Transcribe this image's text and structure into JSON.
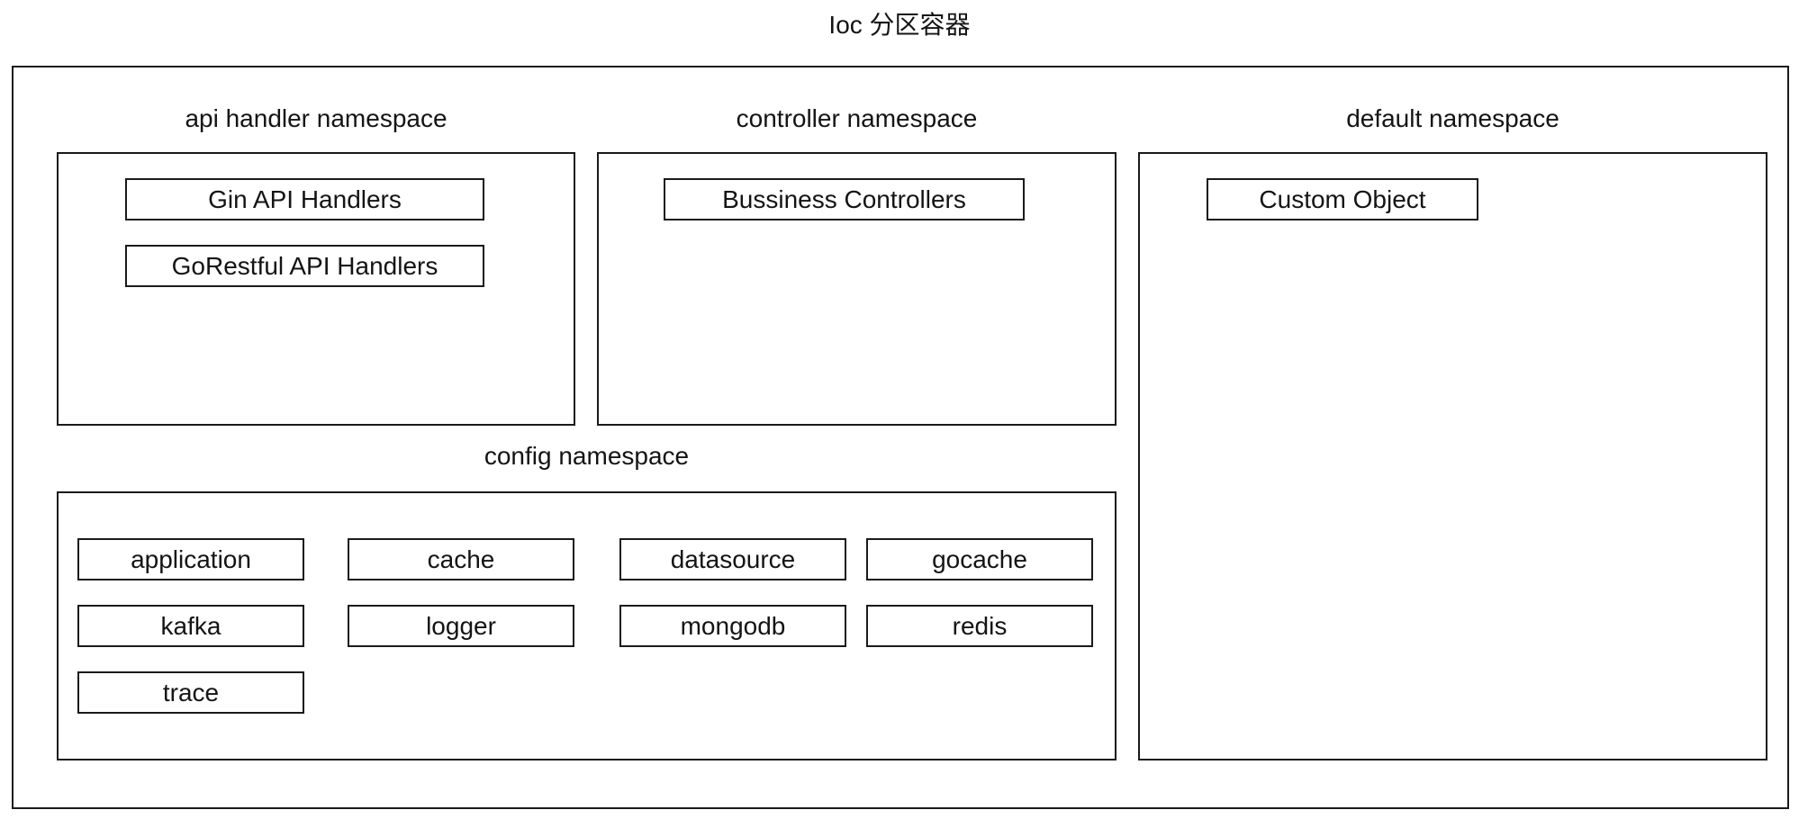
{
  "title": "Ioc 分区容器",
  "colors": {
    "border": "#1a1a1a",
    "background": "#ffffff",
    "text": "#141414"
  },
  "namespaces": {
    "api_handler": {
      "label": "api handler namespace",
      "items": [
        "Gin API Handlers",
        "GoRestful API Handlers"
      ]
    },
    "controller": {
      "label": "controller namespace",
      "items": [
        "Bussiness Controllers"
      ]
    },
    "default_ns": {
      "label": "default namespace",
      "items": [
        "Custom Object"
      ]
    },
    "config": {
      "label": "config namespace",
      "items": [
        "application",
        "cache",
        "datasource",
        "gocache",
        "kafka",
        "logger",
        "mongodb",
        "redis",
        "trace"
      ]
    }
  }
}
